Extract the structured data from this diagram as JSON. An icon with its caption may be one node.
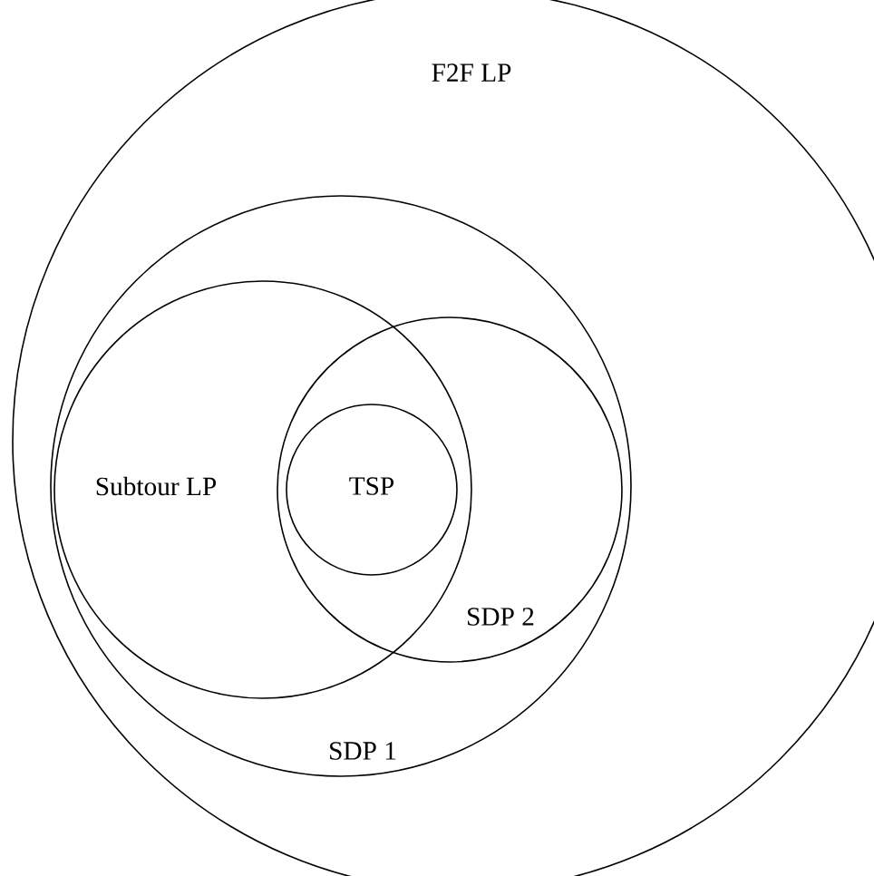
{
  "diagram": {
    "nodes": [
      {
        "text": [
          "F2F LP"
        ]
      },
      {
        "text": [
          "SDP 1"
        ],
        "in": 0
      },
      {
        "text": [
          "Subtour LP"
        ],
        "in": 1
      },
      {
        "text": [
          "SDP 2"
        ],
        "in": 1
      },
      {
        "text": [
          "TSP"
        ]
      }
    ]
  }
}
